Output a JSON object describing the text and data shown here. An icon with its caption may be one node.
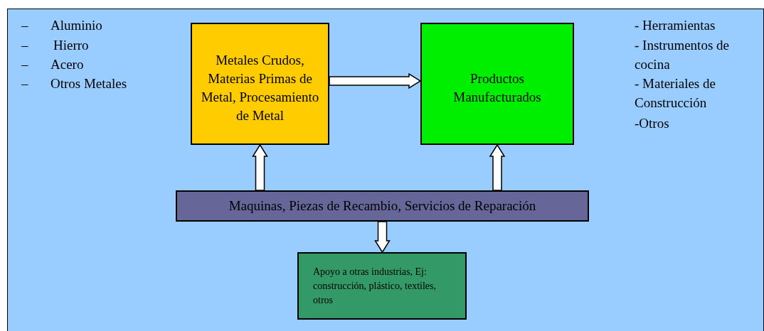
{
  "diagram": {
    "nodes": [
      {
        "text": [
          "Metales Crudos, Materias Primas de Metal, Procesamiento de Metal"
        ]
      },
      {
        "text": [
          "Productos Manufacturados"
        ]
      },
      {
        "text": [
          "Maquinas, Piezas de Recambio, Servicios de Reparación"
        ]
      },
      {
        "text": [
          "Apoyo a otras industrias, Ej: construcción, plástico, textiles, otros"
        ]
      }
    ],
    "edges": [
      {
        "from": 0,
        "to": 1,
        "arrow": "to"
      },
      {
        "from": 2,
        "to": 0,
        "arrow": "to"
      },
      {
        "from": 2,
        "to": 1,
        "arrow": "to"
      },
      {
        "from": 2,
        "to": 3,
        "arrow": "to"
      }
    ],
    "labels": [
      "–",
      "Aluminio",
      "–",
      "Hierro",
      "–",
      "Acero",
      "–",
      "Otros Metales",
      "- Herramientas",
      "- Instrumentos de cocina",
      "- Materiales de Construcción",
      "-Otros"
    ]
  }
}
